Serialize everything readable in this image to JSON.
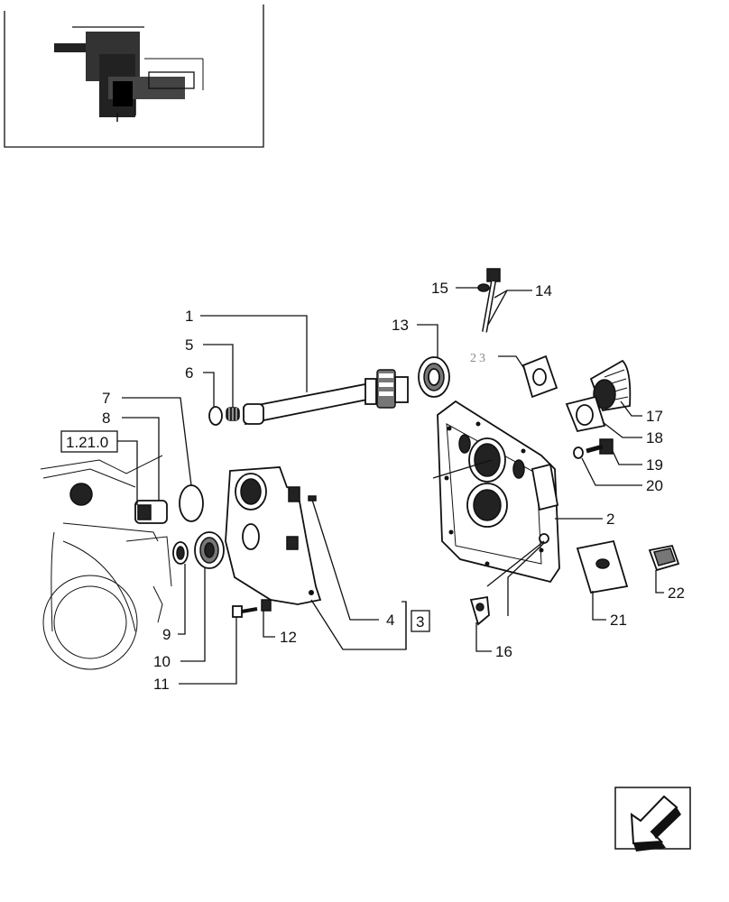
{
  "diagram": {
    "callouts": [
      {
        "id": "c1",
        "text": "1"
      },
      {
        "id": "c2",
        "text": "2"
      },
      {
        "id": "c4",
        "text": "4"
      },
      {
        "id": "c5",
        "text": "5"
      },
      {
        "id": "c6",
        "text": "6"
      },
      {
        "id": "c7",
        "text": "7"
      },
      {
        "id": "c8",
        "text": "8"
      },
      {
        "id": "c9",
        "text": "9"
      },
      {
        "id": "c10",
        "text": "10"
      },
      {
        "id": "c11",
        "text": "11"
      },
      {
        "id": "c12",
        "text": "12"
      },
      {
        "id": "c13",
        "text": "13"
      },
      {
        "id": "c14",
        "text": "14"
      },
      {
        "id": "c15",
        "text": "15"
      },
      {
        "id": "c16",
        "text": "16"
      },
      {
        "id": "c17",
        "text": "17"
      },
      {
        "id": "c18",
        "text": "18"
      },
      {
        "id": "c19",
        "text": "19"
      },
      {
        "id": "c20",
        "text": "20"
      },
      {
        "id": "c21",
        "text": "21"
      },
      {
        "id": "c22",
        "text": "22"
      }
    ],
    "faded_callout": "23",
    "boxed_refs": {
      "ref_1210": "1.21.0",
      "ref_3": "3"
    },
    "nav_icon": "arrow-previous-icon"
  }
}
